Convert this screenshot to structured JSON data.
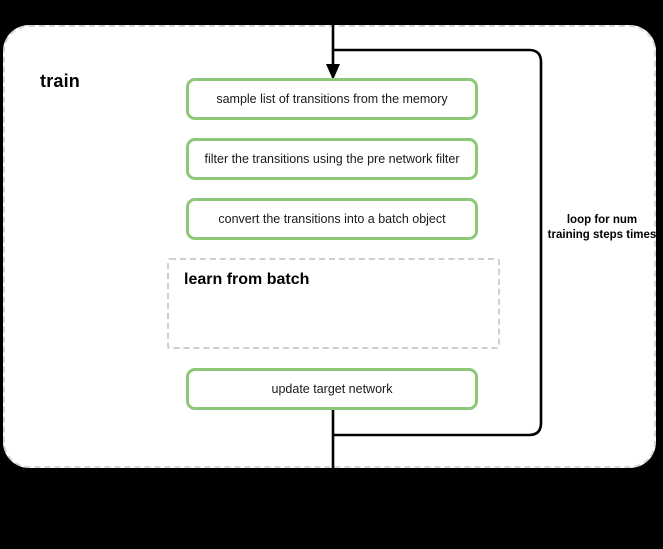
{
  "diagram": {
    "background_color": "#000000",
    "canvas_color": "#ffffff",
    "accent_color": "#8cc878",
    "dashed_border_color": "#d6d6d6",
    "connector_color": "#000000",
    "group": {
      "title": "train"
    },
    "steps": [
      {
        "id": "sample",
        "label": "sample list of transitions from the memory"
      },
      {
        "id": "filter",
        "label": "filter the transitions using the pre network filter"
      },
      {
        "id": "convert",
        "label": "convert the transitions into a batch object"
      },
      {
        "id": "update",
        "label": "update target network"
      }
    ],
    "sub_group": {
      "title": "learn from batch"
    },
    "loop": {
      "label": "loop for num training steps times"
    }
  }
}
